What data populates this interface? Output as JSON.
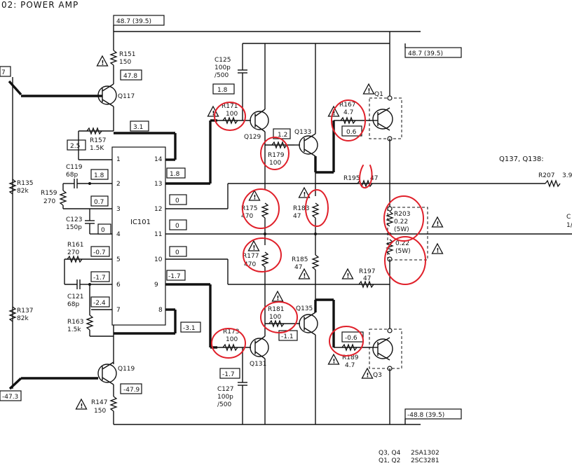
{
  "title": "02: POWER AMP",
  "ic": {
    "name": "IC101",
    "pins_left": [
      "1",
      "2",
      "3",
      "4",
      "5",
      "6",
      "7"
    ],
    "pins_right": [
      "14",
      "13",
      "12",
      "11",
      "10",
      "9",
      "8"
    ]
  },
  "volt_tags": {
    "v_top_rail": "48.7 (39.5)",
    "v_right_top": "48.7 (39.5)",
    "v_bottom": "-48.8 (39.5)",
    "v_left_top": "7",
    "v_left_bot": "-47.3",
    "v_q117": "47.8",
    "v_q119": "-47.9",
    "v_3_1": "3.1",
    "v_m3_1": "-3.1",
    "v_2_5": "2.5",
    "v_1_8a": "1.8",
    "v_0_7": "0.7",
    "v_0a": "0",
    "v_m0_7": "-0.7",
    "v_m1_7a": "-1.7",
    "v_m2_4": "-2.4",
    "v_1_8b": "1.8",
    "v_0b": "0",
    "v_0c": "0",
    "v_0d": "0",
    "v_m1_7b": "-1.7",
    "v_1_8c": "1.8",
    "v_1_2": "1.2",
    "v_0_6": "0.6",
    "v_m1_1": "-1.1",
    "v_m0_6": "-0.6",
    "v_m1_7c": "-1.7"
  },
  "labels": {
    "r151": "R151",
    "r151v": "150",
    "q117": "Q117",
    "r157": "R157",
    "r157v": "1.5K",
    "r135": "R135",
    "r135v": "82k",
    "r137": "R137",
    "r137v": "82k",
    "c119": "C119",
    "c119v": "68p",
    "r159": "R159",
    "r159v": "270",
    "c123": "C123",
    "c123v": "150p",
    "r161": "R161",
    "r161v": "270",
    "c121": "C121",
    "c121v": "68p",
    "r163": "R163",
    "r163v": "1.5k",
    "q119": "Q119",
    "r147": "R147",
    "r147v": "150",
    "c125": "C125",
    "c125v1": "100p",
    "c125v2": "/500",
    "r171": "R171",
    "r171v": "100",
    "q129": "Q129",
    "r179": "R179",
    "r179v": "100",
    "q133": "Q133",
    "r167": "R167",
    "r167v": "4.7",
    "q1": "Q1",
    "r195": "R195",
    "r195v": "47",
    "r175": "R175",
    "r175v": "470",
    "r183": "R183",
    "r183v": "47",
    "r203": "R203",
    "r203v": "0.22",
    "r203w": "(5W)",
    "r205v": "0.22",
    "r205w": "(5W)",
    "r177": "R177",
    "r177v": "470",
    "r185": "R185",
    "r185v": "47",
    "r197": "R197",
    "r197v": "47",
    "r181": "R181",
    "r181v": "100",
    "q135": "Q135",
    "r173": "R173",
    "r173v": "100",
    "q131": "Q131",
    "r189": "R189",
    "r189v": "4.7",
    "q3": "Q3",
    "c127": "C127",
    "c127v1": "100p",
    "c127v2": "/500",
    "q137": "Q137, Q138:",
    "r207": "R207",
    "r207v": "3.9",
    "edge_c": "C",
    "edge_1": "1/",
    "note1a": "Q3, Q4",
    "note1b": "2SA1302",
    "note2a": "Q1, Q2",
    "note2b": "2SC3281"
  },
  "icons": [
    "warning-triangle-icon",
    "transistor-symbol-icon",
    "resistor-symbol-icon",
    "capacitor-symbol-icon",
    "red-annotation-circle"
  ]
}
